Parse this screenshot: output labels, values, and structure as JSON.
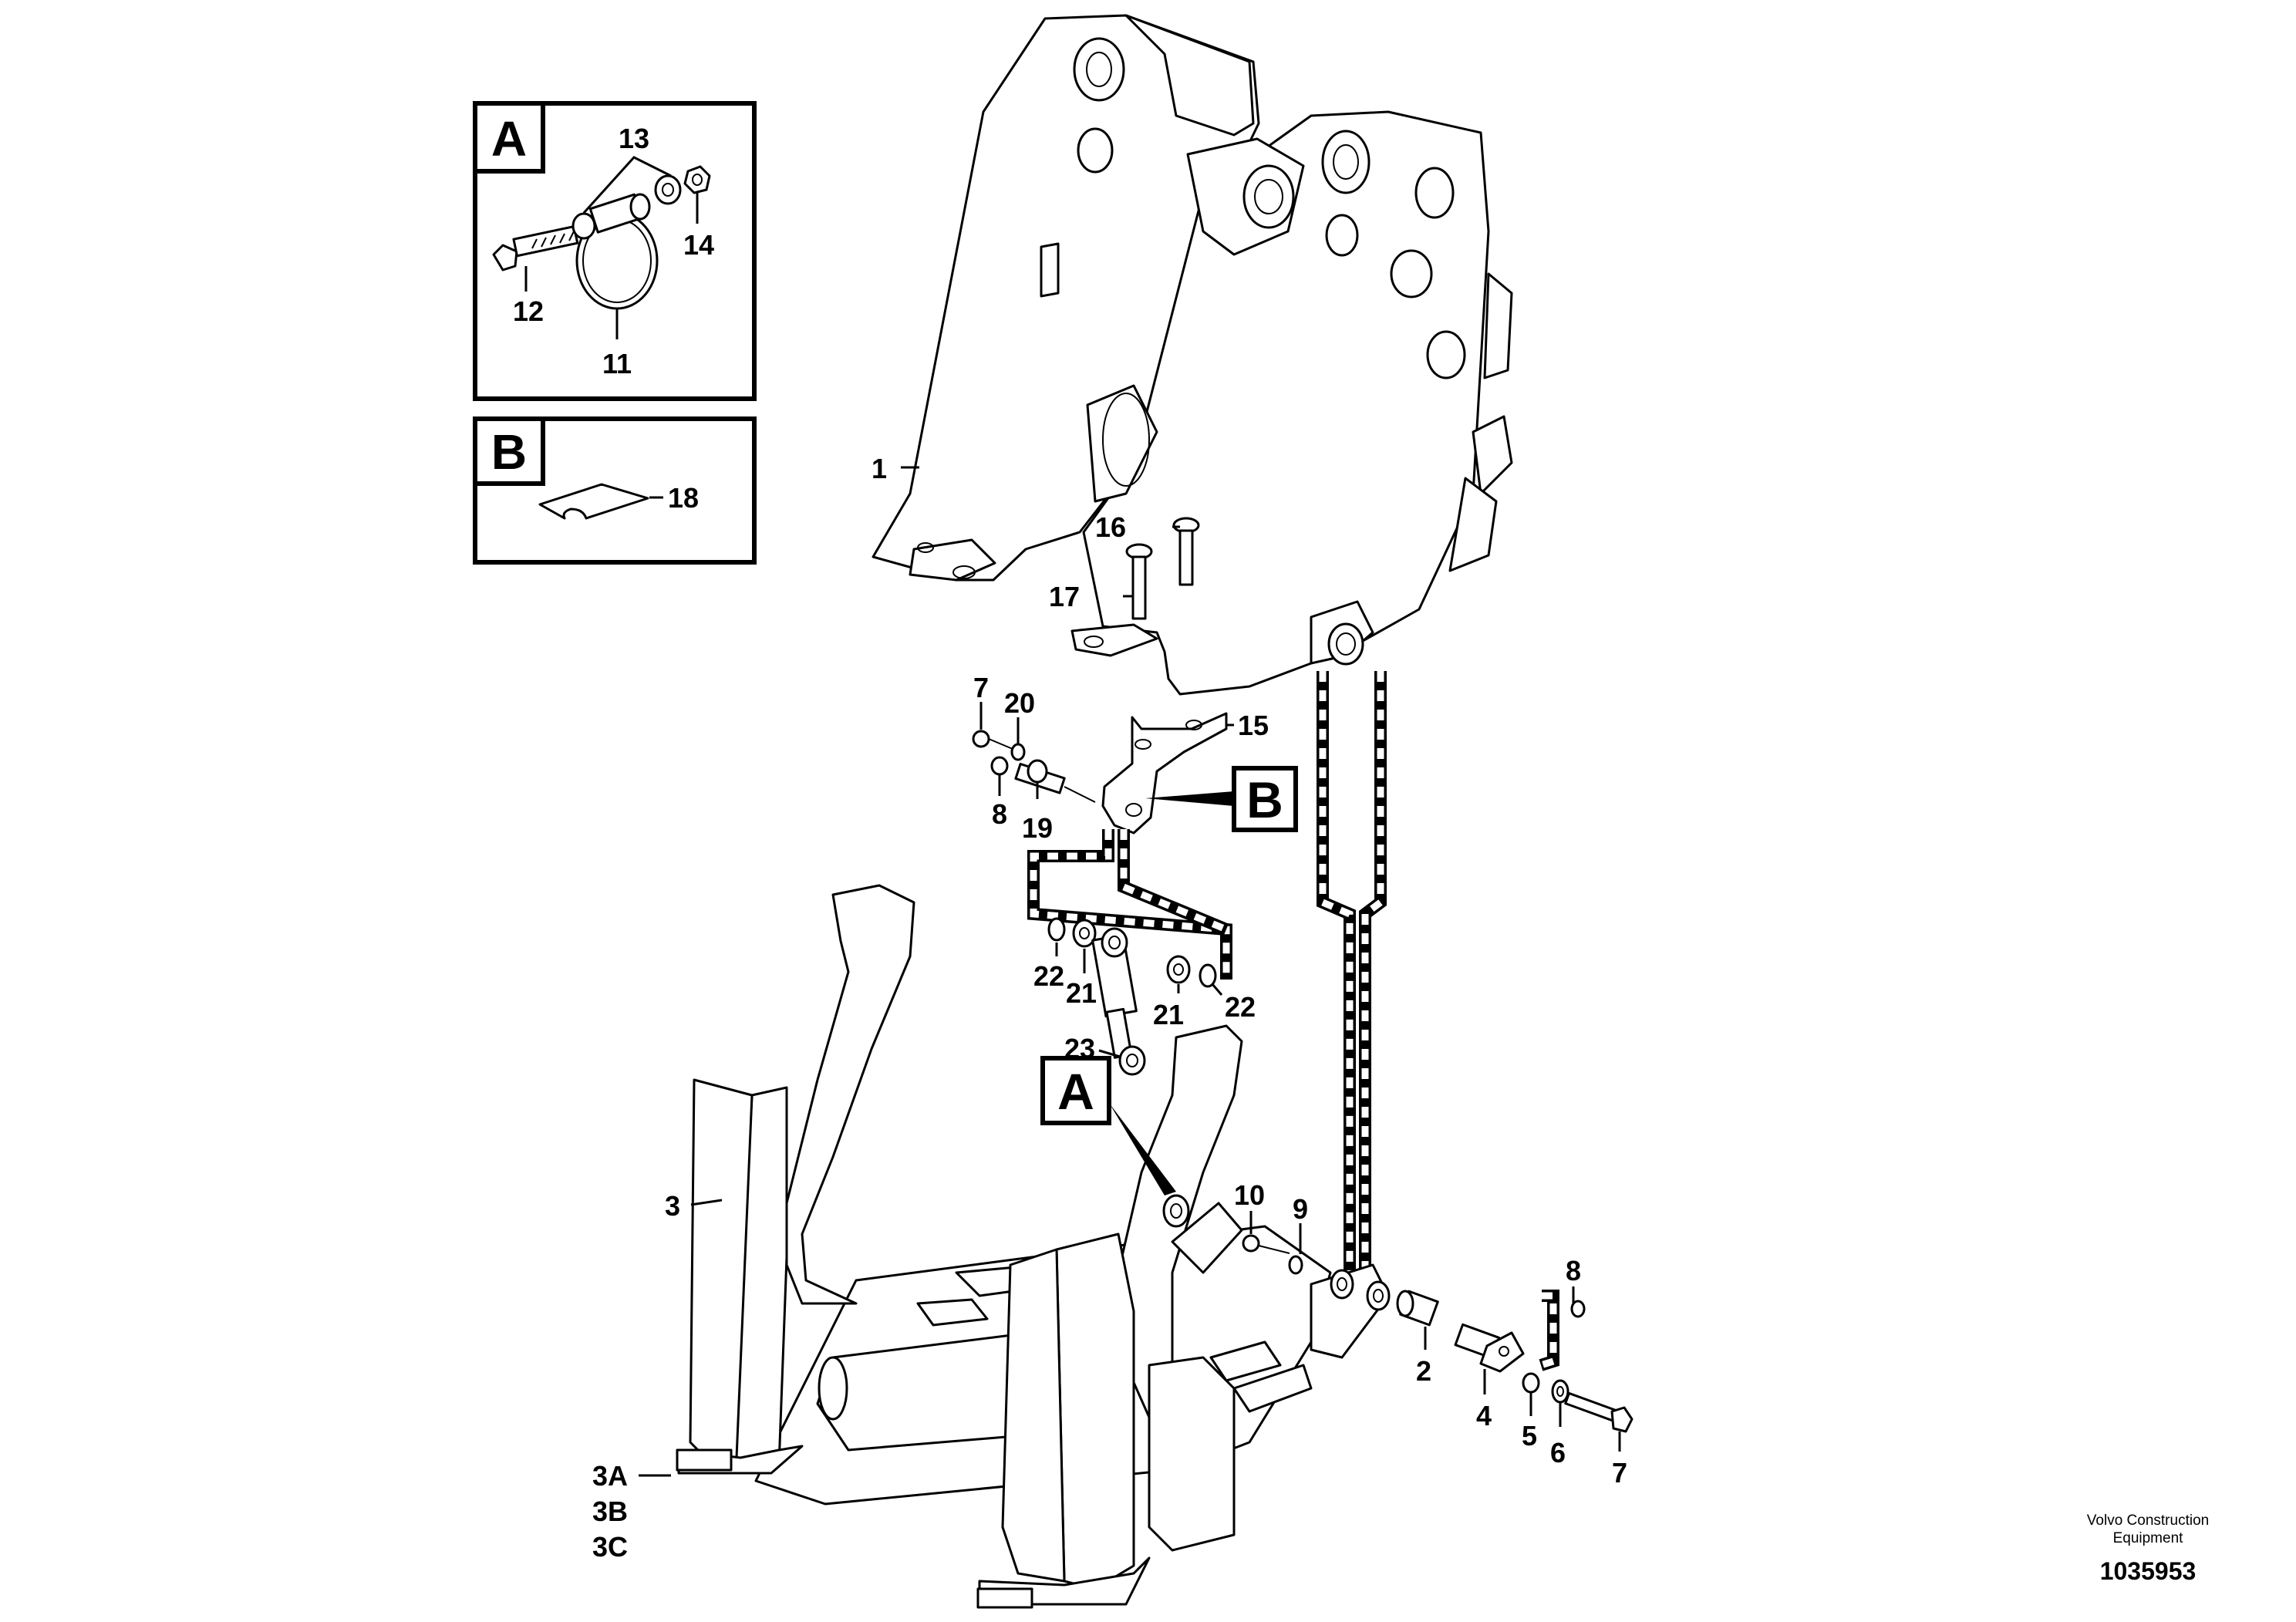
{
  "labels": {
    "1": "1",
    "2": "2",
    "3": "3",
    "3A": "3A",
    "3B": "3B",
    "3C": "3C",
    "4": "4",
    "5": "5",
    "6": "6",
    "7": "7",
    "8": "8",
    "9": "9",
    "10": "10",
    "11": "11",
    "12": "12",
    "13": "13",
    "14": "14",
    "15": "15",
    "16": "16",
    "17": "17",
    "18": "18",
    "19": "19",
    "20": "20",
    "21": "21",
    "22": "22",
    "23": "23"
  },
  "insets": {
    "a": "A",
    "b": "B"
  },
  "callouts": {
    "a": "A",
    "b": "B"
  },
  "footer": {
    "brand_line1": "Volvo Construction",
    "brand_line2": "Equipment",
    "doc_number": "1035953"
  }
}
